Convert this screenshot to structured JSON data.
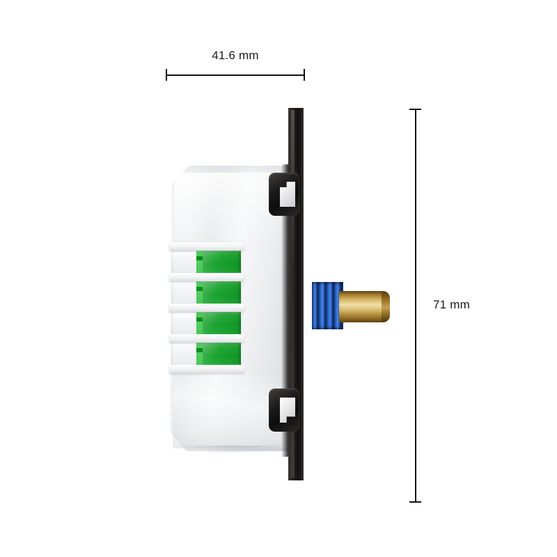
{
  "diagram": {
    "title": "Product side-view dimension drawing",
    "background_color": "#ffffff",
    "dimensions": {
      "width": {
        "label": "41.6 mm",
        "orientation": "horizontal",
        "position": "top"
      },
      "height": {
        "label": "71 mm",
        "orientation": "vertical",
        "position": "right"
      }
    }
  },
  "product": {
    "name": "flush-mount module side view",
    "body": {
      "name": "white plastic housing",
      "color": "#eef0f2"
    },
    "faceplate": {
      "name": "black mounting faceplate",
      "color": "#1b1917"
    },
    "brackets": [
      {
        "name": "upper mounting claw",
        "color": "#1f1d1c"
      },
      {
        "name": "lower mounting claw",
        "color": "#1f1d1c"
      }
    ],
    "terminals": {
      "count": 4,
      "block_color": "#0f9d24",
      "slot_color": "#f3f4f5",
      "items": [
        {
          "name": "terminal-1"
        },
        {
          "name": "terminal-2"
        },
        {
          "name": "terminal-3"
        },
        {
          "name": "terminal-4"
        }
      ]
    },
    "shaft": {
      "knurl": {
        "name": "blue knurled collar",
        "color": "#2f68c9"
      },
      "pin": {
        "name": "brass shaft",
        "color": "#d8b766"
      }
    }
  }
}
